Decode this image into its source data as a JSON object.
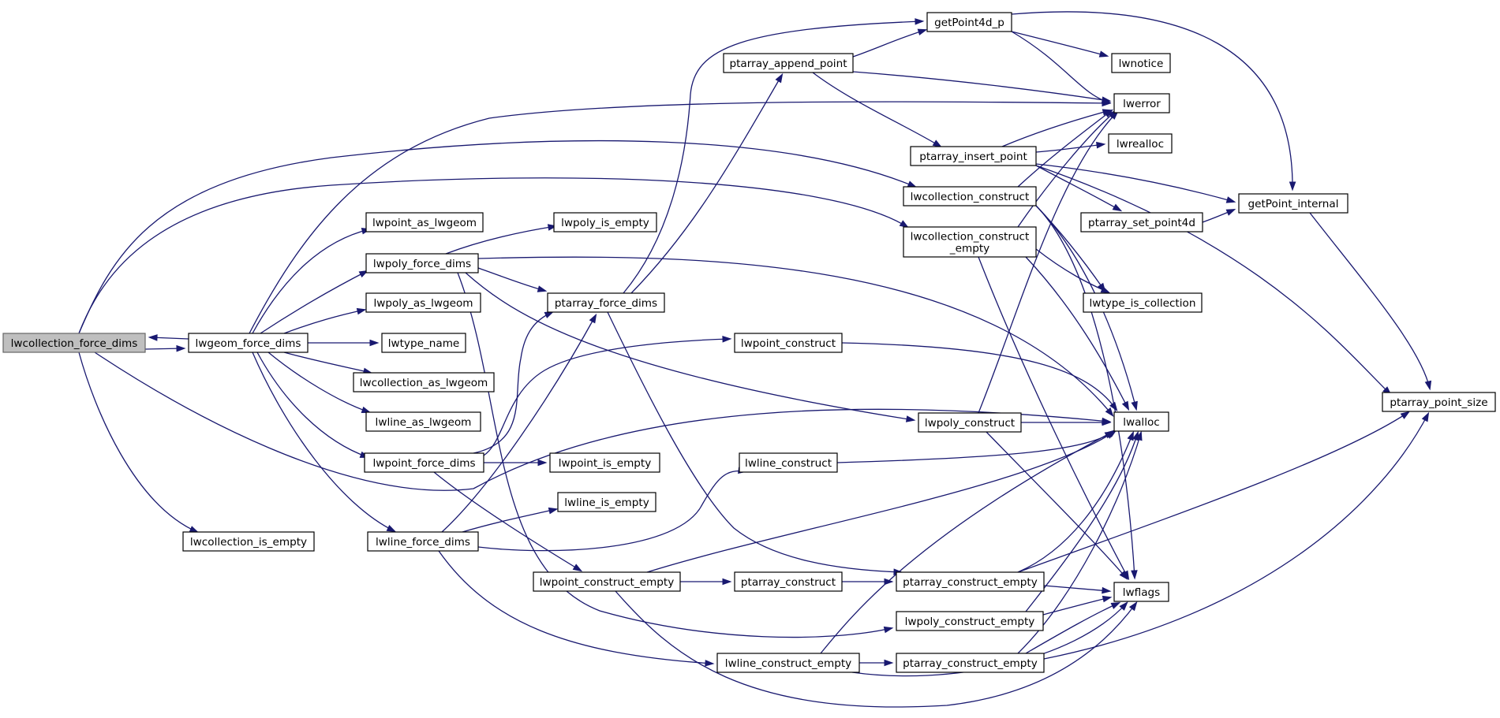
{
  "diagram": {
    "type": "call-graph",
    "edge_color": "#191970",
    "root_node_fill": "#bfbfbf",
    "nodes": [
      {
        "id": "lwcollection_force_dims",
        "label": [
          "lwcollection_force_dims"
        ],
        "root": true
      },
      {
        "id": "lwgeom_force_dims",
        "label": [
          "lwgeom_force_dims"
        ]
      },
      {
        "id": "lwcollection_is_empty",
        "label": [
          "lwcollection_is_empty"
        ]
      },
      {
        "id": "lwpoint_as_lwgeom",
        "label": [
          "lwpoint_as_lwgeom"
        ]
      },
      {
        "id": "lwpoly_force_dims",
        "label": [
          "lwpoly_force_dims"
        ]
      },
      {
        "id": "lwpoly_as_lwgeom",
        "label": [
          "lwpoly_as_lwgeom"
        ]
      },
      {
        "id": "lwtype_name",
        "label": [
          "lwtype_name"
        ]
      },
      {
        "id": "lwcollection_as_lwgeom",
        "label": [
          "lwcollection_as_lwgeom"
        ]
      },
      {
        "id": "lwline_as_lwgeom",
        "label": [
          "lwline_as_lwgeom"
        ]
      },
      {
        "id": "lwpoint_force_dims",
        "label": [
          "lwpoint_force_dims"
        ]
      },
      {
        "id": "lwline_force_dims",
        "label": [
          "lwline_force_dims"
        ]
      },
      {
        "id": "lwpoly_is_empty",
        "label": [
          "lwpoly_is_empty"
        ]
      },
      {
        "id": "ptarray_force_dims",
        "label": [
          "ptarray_force_dims"
        ]
      },
      {
        "id": "lwpoint_is_empty",
        "label": [
          "lwpoint_is_empty"
        ]
      },
      {
        "id": "lwline_is_empty",
        "label": [
          "lwline_is_empty"
        ]
      },
      {
        "id": "lwpoint_construct_empty",
        "label": [
          "lwpoint_construct_empty"
        ]
      },
      {
        "id": "ptarray_append_point",
        "label": [
          "ptarray_append_point"
        ]
      },
      {
        "id": "lwpoint_construct",
        "label": [
          "lwpoint_construct"
        ]
      },
      {
        "id": "lwline_construct",
        "label": [
          "lwline_construct"
        ]
      },
      {
        "id": "ptarray_construct",
        "label": [
          "ptarray_construct"
        ]
      },
      {
        "id": "lwline_construct_empty",
        "label": [
          "lwline_construct_empty"
        ]
      },
      {
        "id": "getPoint4d_p",
        "label": [
          "getPoint4d_p"
        ]
      },
      {
        "id": "ptarray_insert_point",
        "label": [
          "ptarray_insert_point"
        ]
      },
      {
        "id": "lwcollection_construct",
        "label": [
          "lwcollection_construct"
        ]
      },
      {
        "id": "lwcollection_construct_empty",
        "label": [
          "lwcollection_construct",
          "_empty"
        ]
      },
      {
        "id": "lwpoly_construct",
        "label": [
          "lwpoly_construct"
        ]
      },
      {
        "id": "ptarray_construct_empty_1",
        "label": [
          "ptarray_construct_empty"
        ]
      },
      {
        "id": "lwpoly_construct_empty",
        "label": [
          "lwpoly_construct_empty"
        ]
      },
      {
        "id": "ptarray_construct_empty_2",
        "label": [
          "ptarray_construct_empty"
        ]
      },
      {
        "id": "ptarray_set_point4d",
        "label": [
          "ptarray_set_point4d"
        ]
      },
      {
        "id": "lwnotice",
        "label": [
          "lwnotice"
        ]
      },
      {
        "id": "lwerror",
        "label": [
          "lwerror"
        ]
      },
      {
        "id": "lwrealloc",
        "label": [
          "lwrealloc"
        ]
      },
      {
        "id": "lwtype_is_collection",
        "label": [
          "lwtype_is_collection"
        ]
      },
      {
        "id": "lwalloc",
        "label": [
          "lwalloc"
        ]
      },
      {
        "id": "lwflags",
        "label": [
          "lwflags"
        ]
      },
      {
        "id": "getPoint_internal",
        "label": [
          "getPoint_internal"
        ]
      },
      {
        "id": "ptarray_point_size",
        "label": [
          "ptarray_point_size"
        ]
      }
    ],
    "edges": [
      {
        "from": "lwcollection_force_dims",
        "to": "lwgeom_force_dims"
      },
      {
        "from": "lwgeom_force_dims",
        "to": "lwcollection_force_dims"
      },
      {
        "from": "lwcollection_force_dims",
        "to": "lwcollection_is_empty"
      },
      {
        "from": "lwcollection_force_dims",
        "to": "lwcollection_construct"
      },
      {
        "from": "lwcollection_force_dims",
        "to": "lwcollection_construct_empty"
      },
      {
        "from": "lwcollection_force_dims",
        "to": "lwalloc"
      },
      {
        "from": "lwgeom_force_dims",
        "to": "lwerror"
      },
      {
        "from": "lwgeom_force_dims",
        "to": "lwpoint_as_lwgeom"
      },
      {
        "from": "lwgeom_force_dims",
        "to": "lwpoly_force_dims"
      },
      {
        "from": "lwgeom_force_dims",
        "to": "lwpoly_as_lwgeom"
      },
      {
        "from": "lwgeom_force_dims",
        "to": "lwtype_name"
      },
      {
        "from": "lwgeom_force_dims",
        "to": "lwcollection_as_lwgeom"
      },
      {
        "from": "lwgeom_force_dims",
        "to": "lwline_as_lwgeom"
      },
      {
        "from": "lwgeom_force_dims",
        "to": "lwpoint_force_dims"
      },
      {
        "from": "lwgeom_force_dims",
        "to": "lwline_force_dims"
      },
      {
        "from": "lwpoly_force_dims",
        "to": "lwpoly_is_empty"
      },
      {
        "from": "lwpoly_force_dims",
        "to": "ptarray_force_dims"
      },
      {
        "from": "lwpoly_force_dims",
        "to": "lwalloc"
      },
      {
        "from": "lwpoly_force_dims",
        "to": "lwpoly_construct"
      },
      {
        "from": "lwpoly_force_dims",
        "to": "lwpoly_construct_empty"
      },
      {
        "from": "lwpoint_force_dims",
        "to": "ptarray_force_dims"
      },
      {
        "from": "lwpoint_force_dims",
        "to": "lwpoint_construct"
      },
      {
        "from": "lwpoint_force_dims",
        "to": "lwpoint_is_empty"
      },
      {
        "from": "lwpoint_force_dims",
        "to": "lwpoint_construct_empty"
      },
      {
        "from": "lwline_force_dims",
        "to": "ptarray_force_dims"
      },
      {
        "from": "lwline_force_dims",
        "to": "lwline_is_empty"
      },
      {
        "from": "lwline_force_dims",
        "to": "lwline_construct"
      },
      {
        "from": "lwline_force_dims",
        "to": "lwline_construct_empty"
      },
      {
        "from": "ptarray_force_dims",
        "to": "getPoint4d_p"
      },
      {
        "from": "ptarray_force_dims",
        "to": "ptarray_append_point"
      },
      {
        "from": "ptarray_force_dims",
        "to": "ptarray_construct_empty_1"
      },
      {
        "from": "ptarray_append_point",
        "to": "getPoint4d_p"
      },
      {
        "from": "ptarray_append_point",
        "to": "lwerror"
      },
      {
        "from": "ptarray_append_point",
        "to": "ptarray_insert_point"
      },
      {
        "from": "getPoint4d_p",
        "to": "lwnotice"
      },
      {
        "from": "getPoint4d_p",
        "to": "lwerror"
      },
      {
        "from": "getPoint4d_p",
        "to": "getPoint_internal"
      },
      {
        "from": "ptarray_insert_point",
        "to": "lwerror"
      },
      {
        "from": "ptarray_insert_point",
        "to": "lwrealloc"
      },
      {
        "from": "ptarray_insert_point",
        "to": "getPoint_internal"
      },
      {
        "from": "ptarray_insert_point",
        "to": "ptarray_set_point4d"
      },
      {
        "from": "ptarray_insert_point",
        "to": "ptarray_point_size"
      },
      {
        "from": "ptarray_set_point4d",
        "to": "getPoint_internal"
      },
      {
        "from": "getPoint_internal",
        "to": "ptarray_point_size"
      },
      {
        "from": "lwcollection_construct",
        "to": "lwerror"
      },
      {
        "from": "lwcollection_construct",
        "to": "lwtype_is_collection"
      },
      {
        "from": "lwcollection_construct",
        "to": "lwalloc"
      },
      {
        "from": "lwcollection_construct",
        "to": "lwflags"
      },
      {
        "from": "lwcollection_construct_empty",
        "to": "lwerror"
      },
      {
        "from": "lwcollection_construct_empty",
        "to": "lwtype_is_collection"
      },
      {
        "from": "lwcollection_construct_empty",
        "to": "lwalloc"
      },
      {
        "from": "lwcollection_construct_empty",
        "to": "lwflags"
      },
      {
        "from": "lwpoint_construct",
        "to": "lwalloc"
      },
      {
        "from": "lwpoly_construct",
        "to": "lwerror"
      },
      {
        "from": "lwpoly_construct",
        "to": "lwalloc"
      },
      {
        "from": "lwpoly_construct",
        "to": "lwflags"
      },
      {
        "from": "lwline_construct",
        "to": "lwalloc"
      },
      {
        "from": "lwpoint_construct_empty",
        "to": "lwalloc"
      },
      {
        "from": "lwpoint_construct_empty",
        "to": "ptarray_construct"
      },
      {
        "from": "lwpoint_construct_empty",
        "to": "lwflags"
      },
      {
        "from": "ptarray_construct",
        "to": "ptarray_construct_empty_1"
      },
      {
        "from": "ptarray_construct_empty_1",
        "to": "lwalloc"
      },
      {
        "from": "ptarray_construct_empty_1",
        "to": "lwflags"
      },
      {
        "from": "ptarray_construct_empty_1",
        "to": "ptarray_point_size"
      },
      {
        "from": "lwpoly_construct_empty",
        "to": "lwalloc"
      },
      {
        "from": "lwpoly_construct_empty",
        "to": "lwflags"
      },
      {
        "from": "lwline_construct_empty",
        "to": "lwalloc"
      },
      {
        "from": "lwline_construct_empty",
        "to": "ptarray_construct_empty_2"
      },
      {
        "from": "lwline_construct_empty",
        "to": "lwflags"
      },
      {
        "from": "ptarray_construct_empty_2",
        "to": "lwalloc"
      },
      {
        "from": "ptarray_construct_empty_2",
        "to": "lwflags"
      },
      {
        "from": "ptarray_construct_empty_2",
        "to": "ptarray_point_size"
      }
    ]
  }
}
